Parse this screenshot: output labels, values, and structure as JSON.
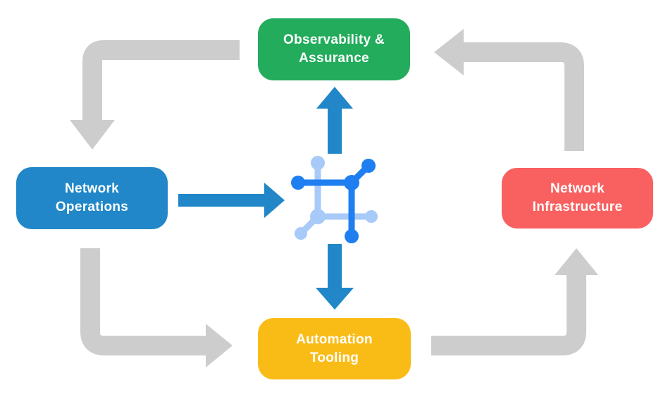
{
  "canvas": {
    "background": "#FFFFFF"
  },
  "colors": {
    "observability_green": "#22AC5B",
    "operations_blue": "#2187C8",
    "infrastructure_red": "#F96060",
    "tooling_yellow": "#F9BC17",
    "flow_arrow_blue": "#2187C8",
    "cycle_arrow_gray": "#CDCDCD",
    "icon_blue_dark": "#1F7FF0",
    "icon_blue_light": "#A8CAF8",
    "label_text": "#FFFFFF"
  },
  "nodes": {
    "observability": {
      "line1": "Observability &",
      "line2": "Assurance"
    },
    "operations": {
      "line1": "Network",
      "line2": "Operations"
    },
    "infrastructure": {
      "line1": "Network",
      "line2": "Infrastructure"
    },
    "tooling": {
      "line1": "Automation",
      "line2": "Tooling"
    }
  },
  "center_icon": {
    "name": "network-node-icon"
  },
  "arrows": {
    "blue_flow": [
      {
        "name": "operations-to-center"
      },
      {
        "name": "center-to-observability"
      },
      {
        "name": "center-to-tooling"
      }
    ],
    "gray_cycle": [
      {
        "name": "observability-to-operations"
      },
      {
        "name": "operations-to-tooling"
      },
      {
        "name": "tooling-to-infrastructure"
      },
      {
        "name": "infrastructure-to-observability"
      }
    ]
  }
}
